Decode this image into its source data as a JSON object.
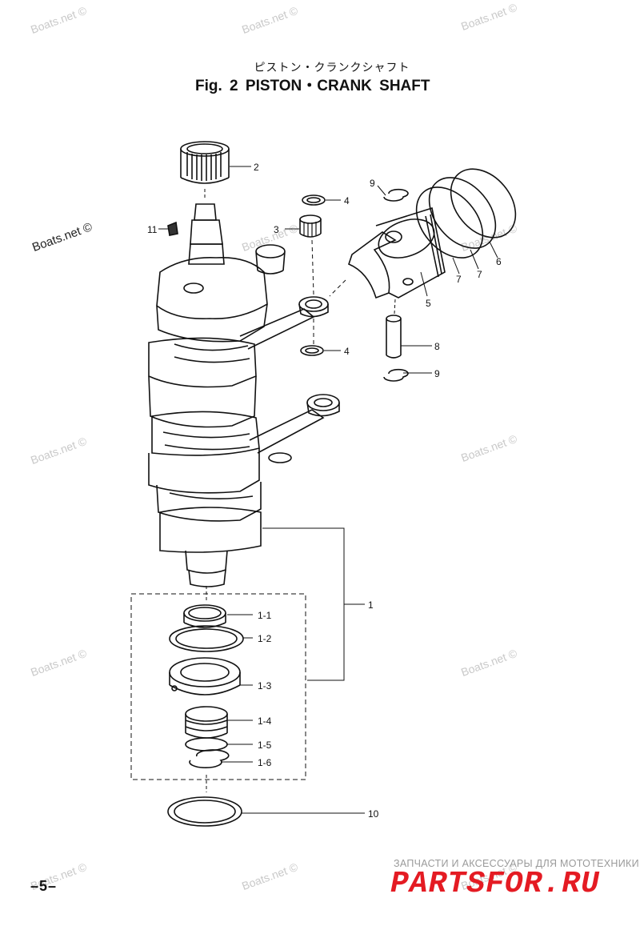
{
  "title": {
    "japanese": "ピストン・クランクシャフト",
    "english": "Fig. 2 PISTON・CRANK SHAFT"
  },
  "watermark": "Boats.net ©",
  "callouts": [
    "2",
    "4",
    "3",
    "11",
    "9",
    "6",
    "7",
    "7",
    "5",
    "4",
    "8",
    "9",
    "1",
    "1-1",
    "1-2",
    "1-3",
    "1-4",
    "1-5",
    "1-6",
    "10"
  ],
  "page_number": "–5–",
  "footer": {
    "promo_line": "ЗАПЧАСТИ И АКСЕССУАРЫ ДЛЯ МОТОТЕХНИКИ",
    "brand": "PARTSFOR.RU",
    "brand_color": "#e41b23"
  }
}
